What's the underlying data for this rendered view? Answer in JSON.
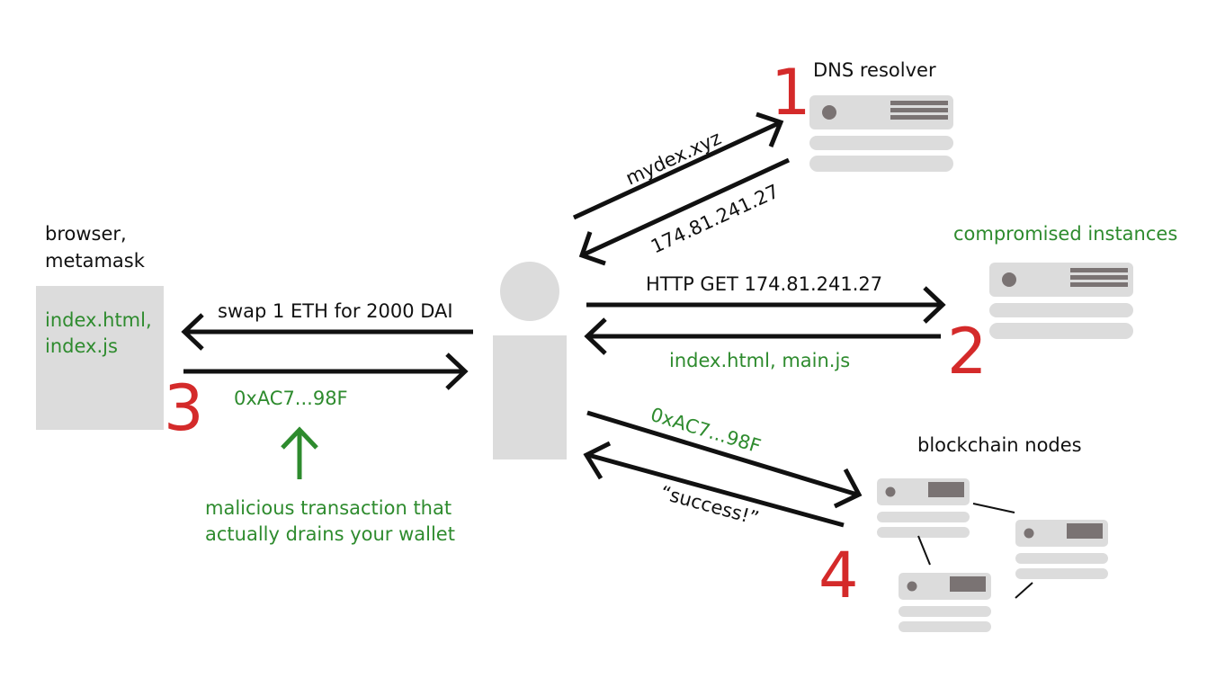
{
  "colors": {
    "accent_green": "#2e8b2e",
    "step_red": "#d42a2a",
    "arrow_black": "#111111",
    "server_fill": "#dcdcdc",
    "server_dark": "#7a7373"
  },
  "labels": {
    "browser_title_1": "browser,",
    "browser_title_2": "metamask",
    "browser_files_1": "index.html,",
    "browser_files_2": "index.js",
    "dns_resolver": "DNS resolver",
    "compromised_instances": "compromised instances",
    "blockchain_nodes": "blockchain nodes"
  },
  "arrows": {
    "dns_request": "mydex.xyz",
    "dns_response": "174.81.241.27",
    "http_request": "HTTP GET  174.81.241.27",
    "http_response": "index.html, main.js",
    "swap_request": "swap 1 ETH for 2000 DAI",
    "tx_to_user": "0xAC7...98F",
    "tx_to_chain": "0xAC7...98F",
    "chain_response": "“success!”"
  },
  "note": {
    "line1": "malicious transaction that",
    "line2": "actually drains your wallet"
  },
  "steps": {
    "s1": "1",
    "s2": "2",
    "s3": "3",
    "s4": "4"
  },
  "icons": {
    "user": "user-silhouette-icon",
    "server": "server-icon",
    "browser": "browser-window-icon",
    "up_arrow": "arrow-up-icon"
  }
}
